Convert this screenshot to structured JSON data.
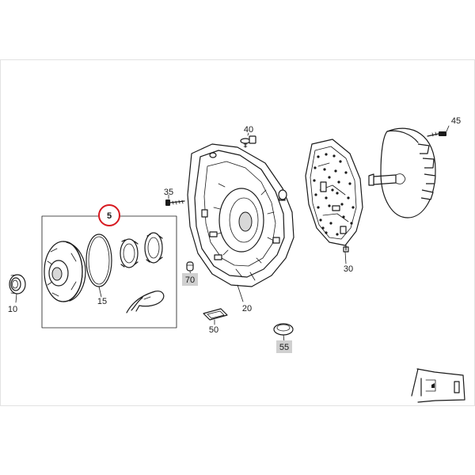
{
  "callouts": {
    "c5": "5",
    "c10": "10",
    "c15": "15",
    "c20": "20",
    "c30": "30",
    "c35": "35",
    "c40": "40",
    "c45": "45",
    "c50": "50",
    "c55": "55",
    "c70": "70"
  },
  "colors": {
    "highlight": "#d71920",
    "tag_fill": "#d0d0d0",
    "line": "#1a1a1a"
  }
}
